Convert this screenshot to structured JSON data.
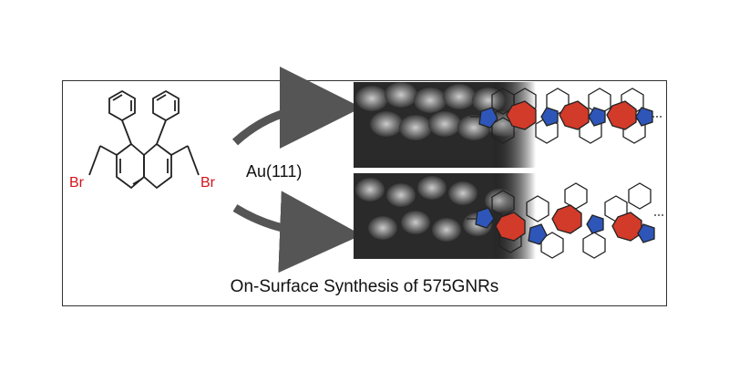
{
  "reaction": {
    "catalyst_label": "Au(111)",
    "caption": "On-Surface Synthesis of 575GNRs",
    "leaving_group_left": "Br",
    "leaving_group_right": "Br"
  },
  "colors": {
    "arrow": "#555555",
    "bromine": "#d4141c",
    "heptagon_fill": "#d23a2a",
    "pentagon_fill": "#2e56b8",
    "bond": "#222222",
    "frame": "#333333"
  },
  "icons": {
    "arrow_upper": "curved-arrow-icon",
    "arrow_lower": "curved-arrow-icon"
  }
}
